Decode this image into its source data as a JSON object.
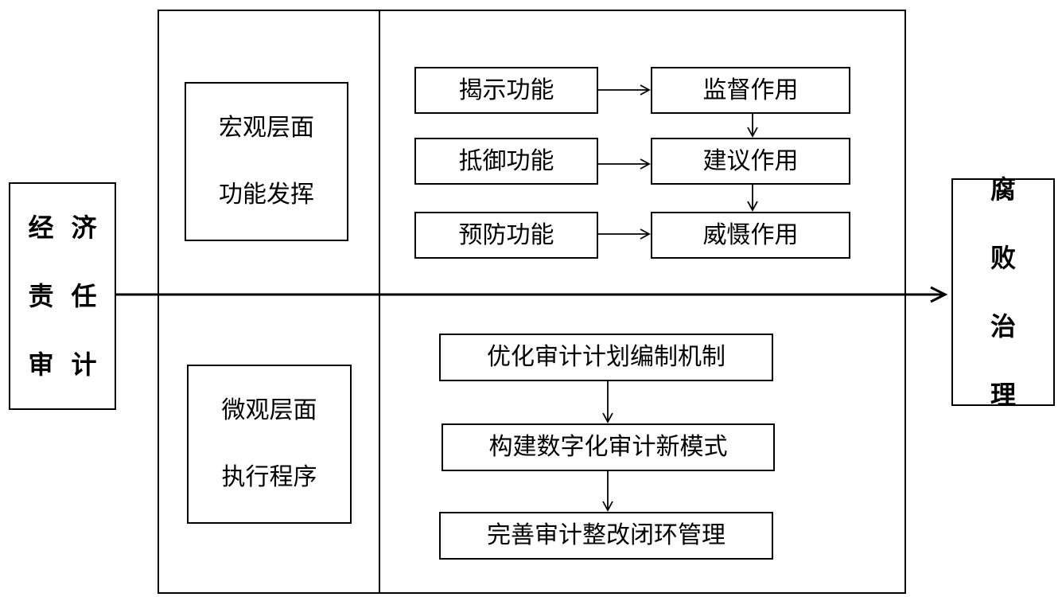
{
  "left_box": {
    "lines": [
      "经济",
      "责任",
      "审计"
    ]
  },
  "right_box": {
    "lines": [
      "腐败",
      "治理"
    ]
  },
  "macro": {
    "lines": [
      "宏观层面",
      "功能发挥"
    ]
  },
  "micro": {
    "lines": [
      "微观层面",
      "执行程序"
    ]
  },
  "functions": [
    "揭示功能",
    "抵御功能",
    "预防功能"
  ],
  "roles": [
    "监督作用",
    "建议作用",
    "威慑作用"
  ],
  "procedures": [
    "优化审计计划编制机制",
    "构建数字化审计新模式",
    "完善审计整改闭环管理"
  ]
}
